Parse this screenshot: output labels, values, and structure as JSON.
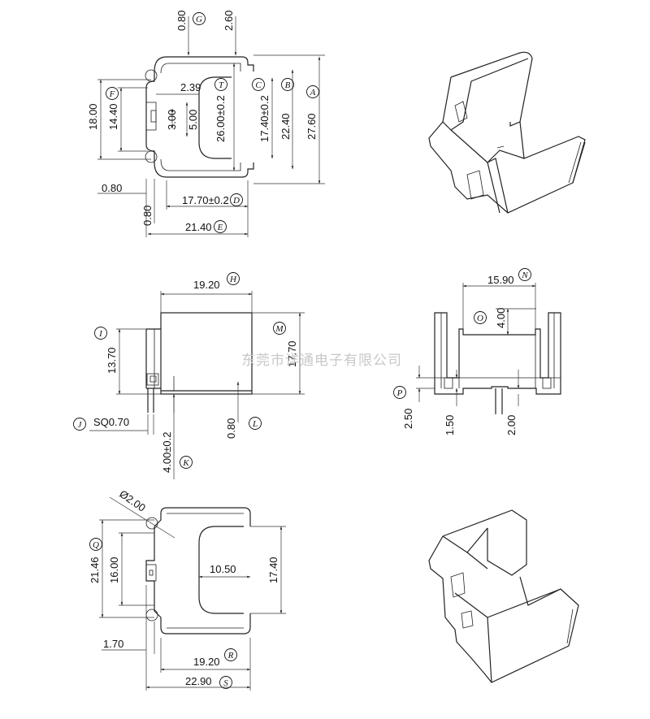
{
  "watermark": "东莞市详通电子有限公司",
  "dims": {
    "top": {
      "g": "0.80",
      "t2_60": "2.60",
      "t2_39": "2.39",
      "d3_00": "3.00",
      "d5_00": "5.00",
      "d26": "26.00±0.2",
      "d17_40": "17.40±0.2",
      "d22_40": "22.40",
      "d27_60": "27.60",
      "d18": "18.00",
      "d14_40": "14.40",
      "d0_80a": "0.80",
      "d0_80b": "0.80",
      "d17_70": "17.70±0.2",
      "d21_40": "21.40"
    },
    "front": {
      "d19_20": "19.20",
      "d13_70": "13.70",
      "d17_70": "17.70",
      "sq": "SQ0.70",
      "d0_80": "0.80",
      "d4_00": "4.00±0.2"
    },
    "side": {
      "d15_90": "15.90",
      "d4_00": "4.00",
      "d2_50": "2.50",
      "d1_50": "1.50",
      "d2_00": "2.00"
    },
    "bottom": {
      "dia": "Ø2.00",
      "d21_46": "21.46",
      "d16_00": "16.00",
      "d10_50": "10.50",
      "d17_40": "17.40",
      "d1_70": "1.70",
      "d19_20": "19.20",
      "d22_90": "22.90"
    }
  },
  "labels": {
    "A": "A",
    "B": "B",
    "C": "C",
    "D": "D",
    "E": "E",
    "F": "F",
    "G": "G",
    "T": "T",
    "H": "H",
    "I": "I",
    "J": "J",
    "K": "K",
    "L": "L",
    "M": "M",
    "N": "N",
    "O": "O",
    "P": "P",
    "Q": "Q",
    "R": "R",
    "S": "S"
  }
}
